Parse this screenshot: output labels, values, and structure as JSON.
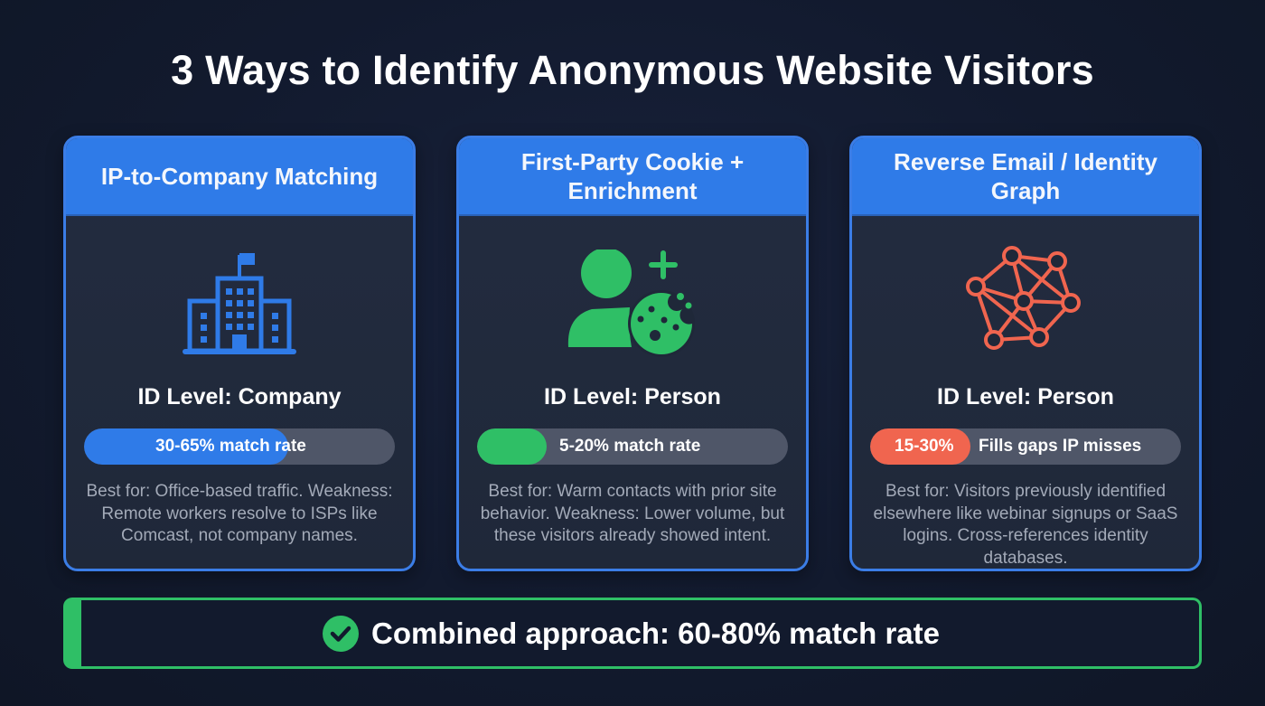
{
  "title": "3 Ways to Identify Anonymous Website Visitors",
  "colors": {
    "background": "#121a2e",
    "card_header": "#2f7be8",
    "card_border": "#3b7de6",
    "blue_accent": "#2f7be8",
    "green_accent": "#2fbf66",
    "red_accent": "#f0654f",
    "bar_track": "#4f5668",
    "muted_text": "#a3aab8"
  },
  "cards": [
    {
      "heading": "IP-to-Company Matching",
      "icon": "office-building-icon",
      "id_level": "ID Level: Company",
      "bar": {
        "label": "30-65% match rate",
        "fill_percent": 65,
        "color": "#2f7be8"
      },
      "description": "Best for: Office-based traffic. Weakness: Remote workers resolve to ISPs like Comcast, not company names."
    },
    {
      "heading": "First-Party Cookie + Enrichment",
      "icon": "person-add-cookie-icon",
      "id_level": "ID Level: Person",
      "bar": {
        "label": "5-20% match rate",
        "fill_percent": 22,
        "color": "#2fbf66"
      },
      "description": "Best for: Warm contacts with prior site behavior. Weakness: Lower volume, but these visitors already showed intent."
    },
    {
      "heading": "Reverse Email / Identity Graph",
      "icon": "network-graph-icon",
      "id_level": "ID Level: Person",
      "bar": {
        "pill_label": "15-30%",
        "label": "Fills gaps IP misses",
        "fill_percent": 32,
        "color": "#f0654f"
      },
      "description": "Best for: Visitors previously identified elsewhere like webinar signups or SaaS logins. Cross-references identity databases."
    }
  ],
  "combined": {
    "icon": "check-circle-icon",
    "text": "Combined approach: 60-80% match rate"
  }
}
